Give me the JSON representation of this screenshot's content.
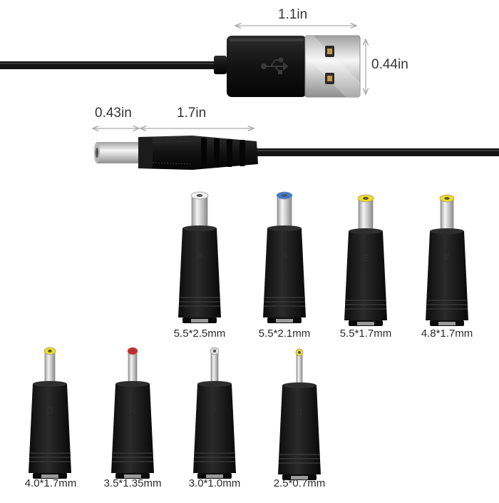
{
  "dimensions": {
    "usb_length": "1.1in",
    "usb_height": "0.44in",
    "dc_tip_length": "0.43in",
    "dc_body_length": "1.7in"
  },
  "tips": [
    {
      "label": "5.5*2.5mm",
      "letter": "A",
      "accent": "#f2f2f2"
    },
    {
      "label": "5.5*2.1mm",
      "letter": "B",
      "accent": "#3a7bd5"
    },
    {
      "label": "5.5*1.7mm",
      "letter": "E",
      "accent": "#f0dc1e"
    },
    {
      "label": "4.8*1.7mm",
      "letter": "F",
      "accent": "#f0dc1e"
    },
    {
      "label": "4.0*1.7mm",
      "letter": "G",
      "accent": "#f0dc1e"
    },
    {
      "label": "3.5*1.35mm",
      "letter": "H",
      "accent": "#e02020"
    },
    {
      "label": "3.0*1.0mm",
      "letter": "I",
      "accent": "#dcdcdc"
    },
    {
      "label": "2.5*0.7mm",
      "letter": "J",
      "accent": "#f0dc1e"
    }
  ],
  "colors": {
    "cable": "#151515",
    "metal": "#c8c8c8",
    "dimension_line": "#aaaaaa",
    "usb_contact": "#c89a3c"
  }
}
